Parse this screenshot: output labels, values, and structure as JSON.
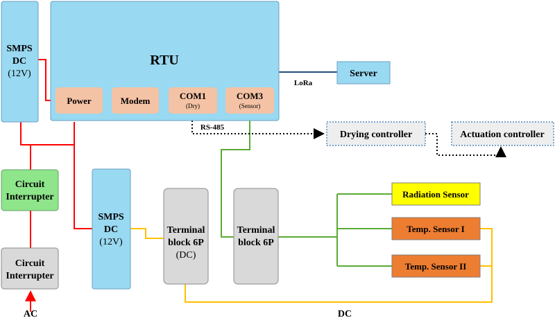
{
  "colors": {
    "blue_fill": "#99d9f1",
    "blue_stroke": "#6a9fc1",
    "peach_fill": "#f4c2a4",
    "green_fill": "#8ee58a",
    "gray_fill": "#d9d9d9",
    "yellow_fill": "#ffff00",
    "orange_fill": "#ed7d31",
    "power_line": "#ff0000",
    "dc_line": "#ffc000",
    "signal_line": "#5aaa32",
    "lora_line": "#1f4e79"
  },
  "rtu": {
    "title": "RTU",
    "power": "Power",
    "modem": "Modem",
    "com1": "COM1",
    "com1_sub": "(Dry)",
    "com3": "COM3",
    "com3_sub": "(Sensor)"
  },
  "smps_top": {
    "line1": "SMPS",
    "line2": "DC",
    "line3": "(12V)"
  },
  "smps_mid": {
    "line1": "SMPS",
    "line2": "DC",
    "line3": "(12V)"
  },
  "server": "Server",
  "lora_label": "LoRa",
  "rs485_label": "RS-485",
  "drying_controller": "Drying controller",
  "actuation_controller": "Actuation controller",
  "circuit_interrupter_green": {
    "line1": "Circuit",
    "line2": "Interrupter"
  },
  "circuit_interrupter_gray": {
    "line1": "Circuit",
    "line2": "Interrupter"
  },
  "terminal_dc": {
    "line1": "Terminal",
    "line2": "block 6P",
    "line3": "(DC)"
  },
  "terminal_sig": {
    "line1": "Terminal",
    "line2": "block 6P"
  },
  "radiation_sensor": "Radiation Sensor",
  "temp_sensor_1": "Temp. Sensor I",
  "temp_sensor_2": "Temp. Sensor II",
  "ac_label": "AC",
  "dc_label": "DC"
}
